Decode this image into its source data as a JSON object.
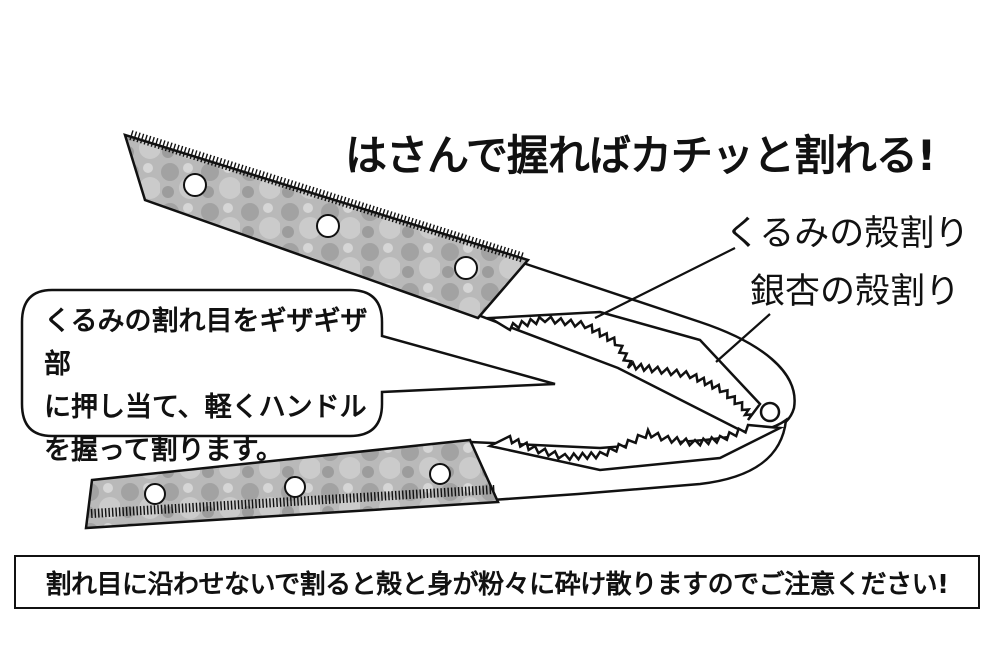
{
  "headline": "はさんで握ればカチッと割れる!",
  "labels": {
    "walnut": "くるみの殻割り",
    "ginkgo": "銀杏の殻割り"
  },
  "instruction": "くるみの割れ目をギザギザ部\nに押し当て、軽くハンドル\nを握って割ります。",
  "warning": "割れ目に沿わせないで割ると殻と身が粉々に砕け散りますのでご注意ください!"
}
